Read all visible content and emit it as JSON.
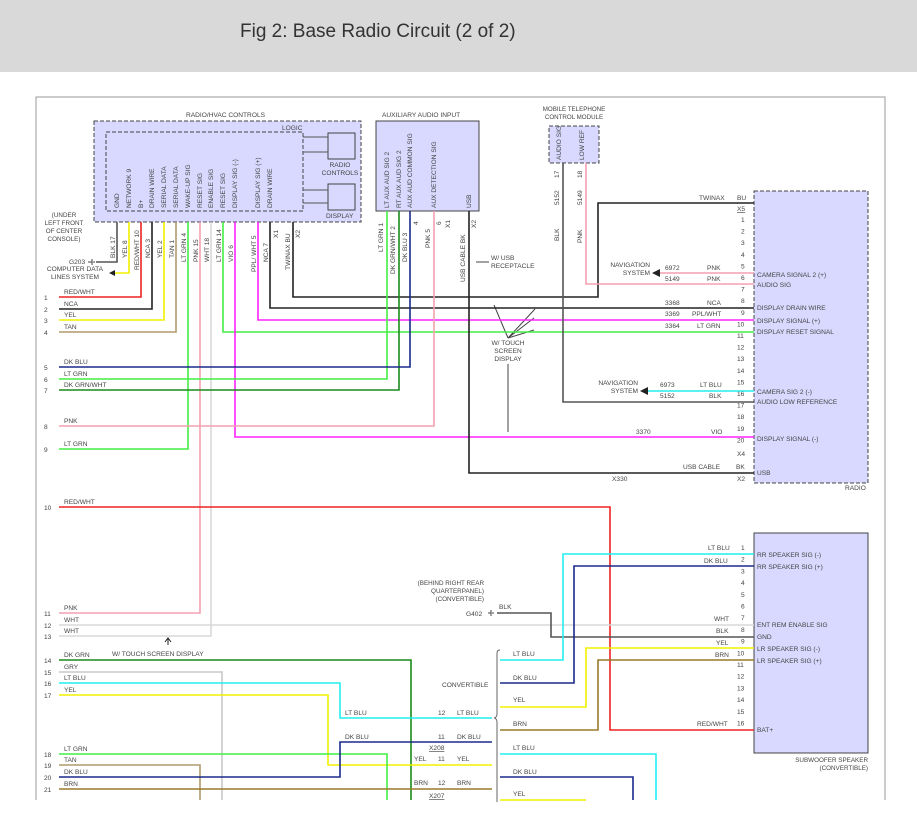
{
  "title": "Fig 2: Base Radio Circuit (2 of 2)",
  "colors": {
    "LT_GRN": "#44ee44",
    "PNK": "#f4a0b0",
    "WHT": "#d8d8d8",
    "VIO": "#ff22ff",
    "RED_WHT": "#ee2222",
    "YEL": "#f2f000",
    "TAN": "#b09a6a",
    "DK_BLU": "#1a2a8a",
    "DK_GRN": "#1a8a1a",
    "LT_BLU": "#22eeee",
    "BRN": "#9a7a2a",
    "BLK": "#555555",
    "GRY": "#c8c8c8",
    "NCA": "#222222",
    "box": "#d9d9ff"
  },
  "hvac": {
    "title": "RADIO/HVAC CONTROLS",
    "logic": "LOGIC",
    "radio_controls": "RADIO CONTROLS",
    "display": "DISPLAY",
    "pins": [
      "GND",
      "NETWORK 9",
      "B+",
      "DRAIN WIRE",
      "SERIAL DATA",
      "SERIAL DATA",
      "WAKE-UP SIG",
      "RESET SIG",
      "ENABLE SIG",
      "RESET SIG",
      "DISPLAY SIG (-)",
      "DISPLAY SIG (+)",
      "DRAIN WIRE"
    ],
    "wires": [
      "BLK 17",
      "YEL 8",
      "RED/WHT 10",
      "NCA 3",
      "YEL 2",
      "TAN 1",
      "LT GRN 4",
      "PNK 15",
      "WHT 18",
      "LT GRN 14",
      "VIO 6",
      "PPL/ WHT 5",
      "NCA 7",
      "X1",
      "TWINAX BU",
      "X2"
    ]
  },
  "ground_g203": {
    "location": "(UNDER LEFT FRONT OF CENTER CONSOLE)",
    "id": "G203"
  },
  "computer_data": "COMPUTER DATA LINES SYSTEM",
  "aux": {
    "title": "AUXILIARY AUDIO INPUT",
    "pins": [
      "LT AUX AUD SIG 2",
      "RT AUX AUD SIG 2",
      "AUX AUD COMMON SIG",
      "AUX DETECTION SIG",
      "USB"
    ],
    "wires": [
      "LT GRN 1",
      "DK GRN/WHT 2",
      "DK BLU 3",
      "4",
      "PNK 5",
      "6",
      "X1",
      "USB CABLE BK",
      "X2"
    ]
  },
  "usb_note": "W/ USB RECEPTACLE",
  "touch_note": "W/ TOUCH SCREEN DISPLAY",
  "phone": {
    "title": "MOBILE TELEPHONE CONTROL MODULE",
    "pins": [
      "AUDIO SIG",
      "LOW REF"
    ],
    "wires": [
      "17",
      "5152",
      "BLK",
      "18",
      "5149",
      "PNK"
    ]
  },
  "radio": {
    "label": "RADIO",
    "x5": "X5",
    "x4": "X4",
    "x2": "X2",
    "twinax": "TWINAX",
    "bu": "BU",
    "usb_cable": "USB CABLE",
    "bk": "BK",
    "x330": "X330",
    "nav": "NAVIGATION SYSTEM",
    "pins": [
      "1",
      "2",
      "3",
      "4",
      "5",
      "6",
      "7",
      "8",
      "9",
      "10",
      "11",
      "12",
      "13",
      "14",
      "15",
      "16",
      "17",
      "18",
      "19",
      "20"
    ],
    "signals": [
      {
        "pin": "5",
        "circuit": "6972",
        "color": "PNK",
        "name": "CAMERA SIGNAL 2 (+)"
      },
      {
        "pin": "6",
        "circuit": "5149",
        "color": "PNK",
        "name": "AUDIO SIG"
      },
      {
        "pin": "8",
        "circuit": "3368",
        "color": "NCA",
        "name": "DISPLAY DRAIN WIRE"
      },
      {
        "pin": "9",
        "circuit": "3369",
        "color": "PPL/WHT",
        "name": "DISPLAY SIGNAL (+)"
      },
      {
        "pin": "10",
        "circuit": "3364",
        "color": "LT GRN",
        "name": "DISPLAY RESET SIGNAL"
      },
      {
        "pin": "15",
        "circuit": "6973",
        "color": "LT BLU",
        "name": "CAMERA SIG 2 (-)"
      },
      {
        "pin": "16",
        "circuit": "5152",
        "color": "BLK",
        "name": "AUDIO LOW REFERENCE"
      },
      {
        "pin": "19",
        "circuit": "3370",
        "color": "VIO",
        "name": "DISPLAY SIGNAL (-)"
      },
      {
        "pin": "X2",
        "circuit": "",
        "color": "BK",
        "name": "USB"
      }
    ]
  },
  "left_rows": [
    {
      "n": "1",
      "c": "RED/WHT"
    },
    {
      "n": "2",
      "c": "NCA"
    },
    {
      "n": "3",
      "c": "YEL"
    },
    {
      "n": "4",
      "c": "TAN"
    },
    {
      "n": "5",
      "c": "DK BLU"
    },
    {
      "n": "6",
      "c": "LT GRN"
    },
    {
      "n": "7",
      "c": "DK GRN/WHT"
    },
    {
      "n": "8",
      "c": "PNK"
    },
    {
      "n": "9",
      "c": "LT GRN"
    },
    {
      "n": "10",
      "c": "RED/WHT"
    },
    {
      "n": "11",
      "c": "PNK"
    },
    {
      "n": "12",
      "c": "WHT"
    },
    {
      "n": "13",
      "c": "WHT"
    },
    {
      "n": "14",
      "c": "DK GRN"
    },
    {
      "n": "15",
      "c": "GRY"
    },
    {
      "n": "16",
      "c": "LT BLU"
    },
    {
      "n": "17",
      "c": "YEL"
    },
    {
      "n": "18",
      "c": "LT GRN"
    },
    {
      "n": "19",
      "c": "TAN"
    },
    {
      "n": "20",
      "c": "DK BLU"
    },
    {
      "n": "21",
      "c": "BRN"
    }
  ],
  "ground_g402": {
    "location": "(BEHIND RIGHT REAR QUARTERPANEL) (CONVERTIBLE)",
    "id": "G402",
    "wire": "BLK"
  },
  "convertible": "CONVERTIBLE",
  "connectors": {
    "x208": "X208",
    "x207": "X207",
    "rows": [
      {
        "pin": "12",
        "in": "LT BLU",
        "out": "LT BLU"
      },
      {
        "pin": "11",
        "in": "DK BLU",
        "out": "DK BLU"
      },
      {
        "pin": "11",
        "in": "YEL",
        "out": "YEL"
      },
      {
        "pin": "12",
        "in": "BRN",
        "out": "BRN"
      }
    ]
  },
  "conv_branch": [
    "LT BLU",
    "DK BLU",
    "YEL",
    "BRN",
    "LT BLU",
    "DK BLU",
    "YEL"
  ],
  "sub": {
    "label": "SUBWOOFER SPEAKER (CONVERTIBLE)",
    "pins": [
      "1",
      "2",
      "3",
      "4",
      "5",
      "6",
      "7",
      "8",
      "9",
      "10",
      "11",
      "12",
      "13",
      "14",
      "15",
      "16"
    ],
    "signals": [
      {
        "pin": "1",
        "color": "LT BLU",
        "name": "RR SPEAKER SIG (-)"
      },
      {
        "pin": "2",
        "color": "DK BLU",
        "name": "RR SPEAKER SIG (+)"
      },
      {
        "pin": "7",
        "color": "WHT",
        "name": "ENT REM ENABLE SIG"
      },
      {
        "pin": "8",
        "color": "BLK",
        "name": "GND"
      },
      {
        "pin": "9",
        "color": "YEL",
        "name": "LR SPEAKER SIG (-)"
      },
      {
        "pin": "10",
        "color": "BRN",
        "name": "LR SPEAKER SIG (+)"
      },
      {
        "pin": "16",
        "color": "RED/WHT",
        "name": "BAT+"
      }
    ]
  }
}
